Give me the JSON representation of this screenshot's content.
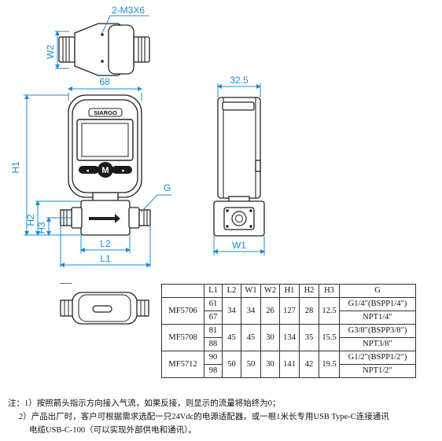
{
  "labels": {
    "mount": "2-M3X6",
    "w2": "W2",
    "width_68": "68",
    "depth_325": "32.5",
    "h1": "H1",
    "h2": "H2",
    "h3": "H3",
    "g": "G",
    "l1": "L1",
    "l2": "L2",
    "w1": "W1",
    "brand": "SIARGO",
    "m_button": "M"
  },
  "table": {
    "headers": [
      "",
      "L1",
      "L2",
      "W1",
      "W2",
      "H1",
      "H2",
      "H3",
      "G"
    ],
    "groups": [
      {
        "model": "MF5706",
        "l1": [
          "61",
          "67"
        ],
        "l2": "34",
        "w1": "34",
        "w2": "26",
        "h1": "127",
        "h2": "28",
        "h3": "12.5",
        "g": [
          "G1/4″(BSPP1/4″)",
          "NPT1/4″"
        ]
      },
      {
        "model": "MF5708",
        "l1": [
          "81",
          "88"
        ],
        "l2": "45",
        "w1": "45",
        "w2": "30",
        "h1": "134",
        "h2": "35",
        "h3": "15.5",
        "g": [
          "G3/8″(BSPP3/8″)",
          "NPT3/8″"
        ]
      },
      {
        "model": "MF5712",
        "l1": [
          "90",
          "98"
        ],
        "l2": "50",
        "w1": "50",
        "w2": "30",
        "h1": "141",
        "h2": "42",
        "h3": "19.5",
        "g": [
          "G1/2″(BSPP1/2″)",
          "NPT1/2″"
        ]
      }
    ]
  },
  "notes": {
    "line1": "注：1）按照箭头指示方向接入气流，如果反接，则显示的流量将始终为0；",
    "line2": "2）产品出厂时，客户可根据需求选配一只24Vdc的电源适配器，或一根1米长专用USB Type-C连接通讯",
    "line3": "电缆USB-C-100（可以实现外部供电和通讯）。"
  },
  "colors": {
    "dimension": "#1c8bd6",
    "outline": "#222222"
  }
}
